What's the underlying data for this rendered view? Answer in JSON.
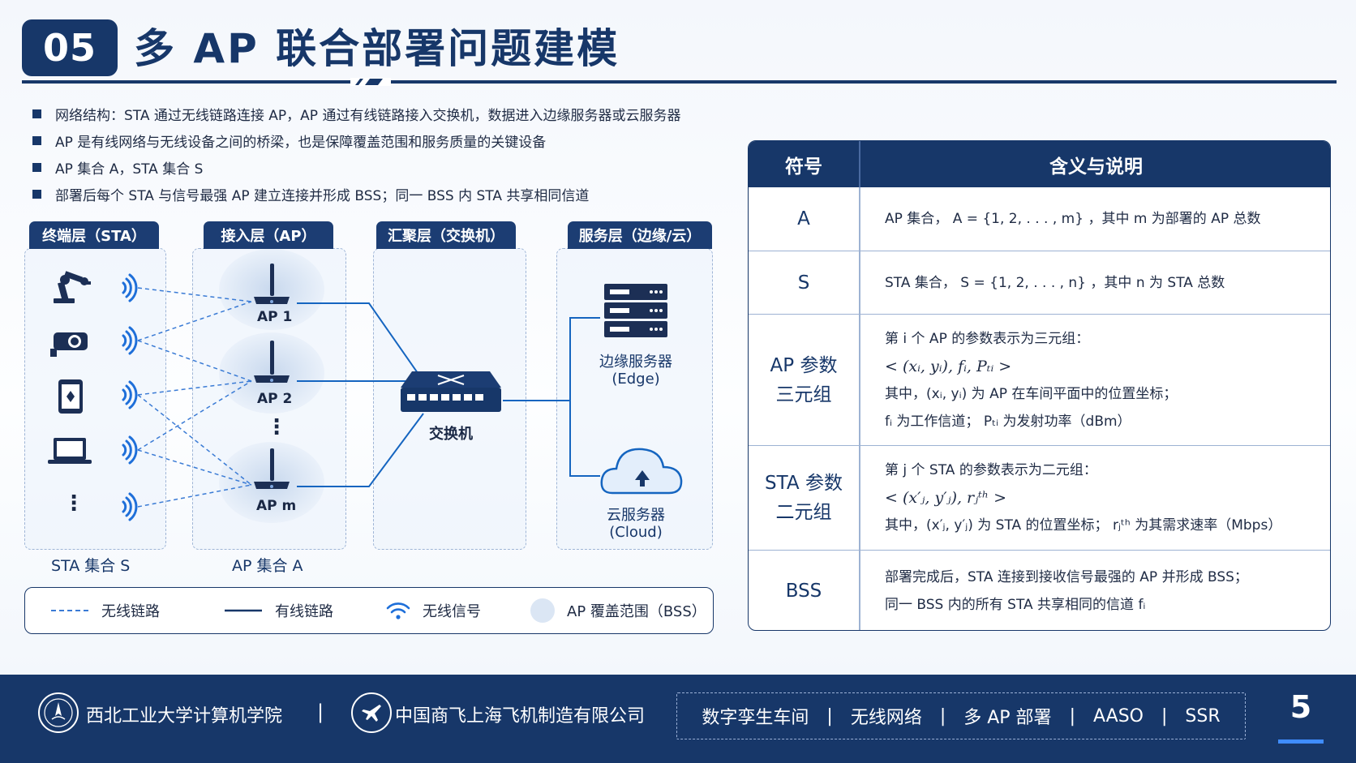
{
  "header": {
    "number": "05",
    "title": "多 AP 联合部署问题建模"
  },
  "bullets": [
    "网络结构：STA 通过无线链路连接 AP，AP 通过有线链路接入交换机，数据进入边缘服务器或云服务器",
    "AP 是有线网络与无线设备之间的桥梁，也是保障覆盖范围和服务质量的关键设备",
    "AP 集合 A，STA 集合 S",
    "部署后每个 STA 与信号最强 AP 建立连接并形成 BSS；同一 BSS 内 STA 共享相同信道"
  ],
  "diagram": {
    "layers": {
      "terminal": "终端层（STA）",
      "access": "接入层（AP）",
      "aggregation": "汇聚层（交换机）",
      "service": "服务层（边缘/云）"
    },
    "ap_labels": [
      "AP 1",
      "AP 2",
      "AP m"
    ],
    "ap_dots": "⋮",
    "sta_dots": "⋮",
    "switch_label": "交换机",
    "edge_server_label": "边缘服务器",
    "edge_server_sub": "(Edge)",
    "cloud_server_label": "云服务器",
    "cloud_server_sub": "(Cloud)",
    "sta_set_label": "STA 集合 S",
    "ap_set_label": "AP 集合 A",
    "sta_icons": [
      "robot-arm-icon",
      "camera-icon",
      "tablet-icon",
      "laptop-icon"
    ],
    "colors": {
      "primary": "#173769",
      "wireless_link": "#3a7bd5",
      "wired_link": "#1565c0",
      "coverage": "#dbe6f4"
    }
  },
  "legend": {
    "wireless_link": "无线链路",
    "wired_link": "有线链路",
    "wireless_signal": "无线信号",
    "coverage": "AP 覆盖范围（BSS）"
  },
  "table": {
    "header": {
      "symbol": "符号",
      "meaning": "含义与说明"
    },
    "rows": [
      {
        "symbol": "A",
        "lines": [
          "AP 集合， A = {1, 2, . . . , m} ，其中 m 为部署的 AP 总数"
        ]
      },
      {
        "symbol": "S",
        "lines": [
          "STA 集合， S = {1, 2, . . . , n} ，其中 n 为 STA 总数"
        ]
      },
      {
        "symbol_lines": [
          "AP 参数",
          "三元组"
        ],
        "lines": [
          "第 i 个 AP 的参数表示为三元组：",
          "< (xᵢ, yᵢ), fᵢ, Pₜᵢ >",
          "其中，(xᵢ, yᵢ) 为 AP 在车间平面中的位置坐标；",
          "fᵢ 为工作信道； Pₜᵢ 为发射功率（dBm）"
        ]
      },
      {
        "symbol_lines": [
          "STA 参数",
          "二元组"
        ],
        "lines": [
          "第 j 个 STA 的参数表示为二元组：",
          "< (x′ⱼ, y′ⱼ), rⱼᵗʰ >",
          "其中，(x′ⱼ, y′ⱼ) 为 STA 的位置坐标； rⱼᵗʰ 为其需求速率（Mbps）"
        ]
      },
      {
        "symbol": "BSS",
        "lines": [
          "部署完成后，STA 连接到接收信号最强的 AP 并形成 BSS；",
          "同一 BSS 内的所有 STA 共享相同的信道 fᵢ"
        ]
      }
    ]
  },
  "footer": {
    "org1": "西北工业大学计算机学院",
    "separator": "|",
    "org2": "中国商飞上海飞机制造有限公司",
    "tags": [
      "数字孪生车间",
      "无线网络",
      "多 AP 部署",
      "AASO",
      "SSR"
    ],
    "page": "5"
  }
}
